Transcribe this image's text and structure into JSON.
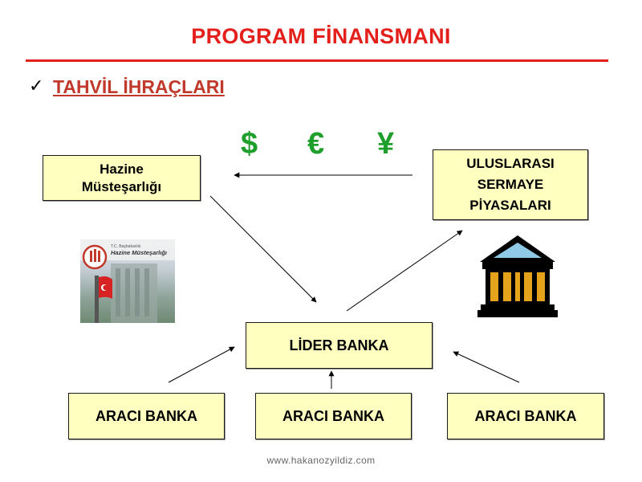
{
  "slide": {
    "title": "PROGRAM FİNANSMANI",
    "bullet_icon": "checkmark-icon",
    "bullet_glyph": "✓",
    "subtitle": "TAHVİL İHRAÇLARI",
    "footer": "www.hakanozyildiz.com"
  },
  "currencies": [
    "$",
    "€",
    "¥"
  ],
  "nodes": {
    "hazine": [
      "Hazine",
      "Müsteşarlığı"
    ],
    "uluslarasi": [
      "ULUSLARASI",
      "SERMAYE",
      "PİYASALARI"
    ],
    "lider": "LİDER BANKA",
    "araci_1": "ARACI BANKA",
    "araci_2": "ARACI BANKA",
    "araci_3": "ARACI BANKA"
  },
  "images": {
    "photo": {
      "icon": "hazine-building-photo",
      "logo_text_1": "T.C. Başbakanlık",
      "logo_text_2": "Hazine Müsteşarlığı"
    },
    "bank": {
      "icon": "bank-building-icon"
    }
  },
  "colors": {
    "title": "#e3201b",
    "subtitle": "#c0392b",
    "currency": "#1e9e2a",
    "box_fill": "#ffffc0"
  }
}
